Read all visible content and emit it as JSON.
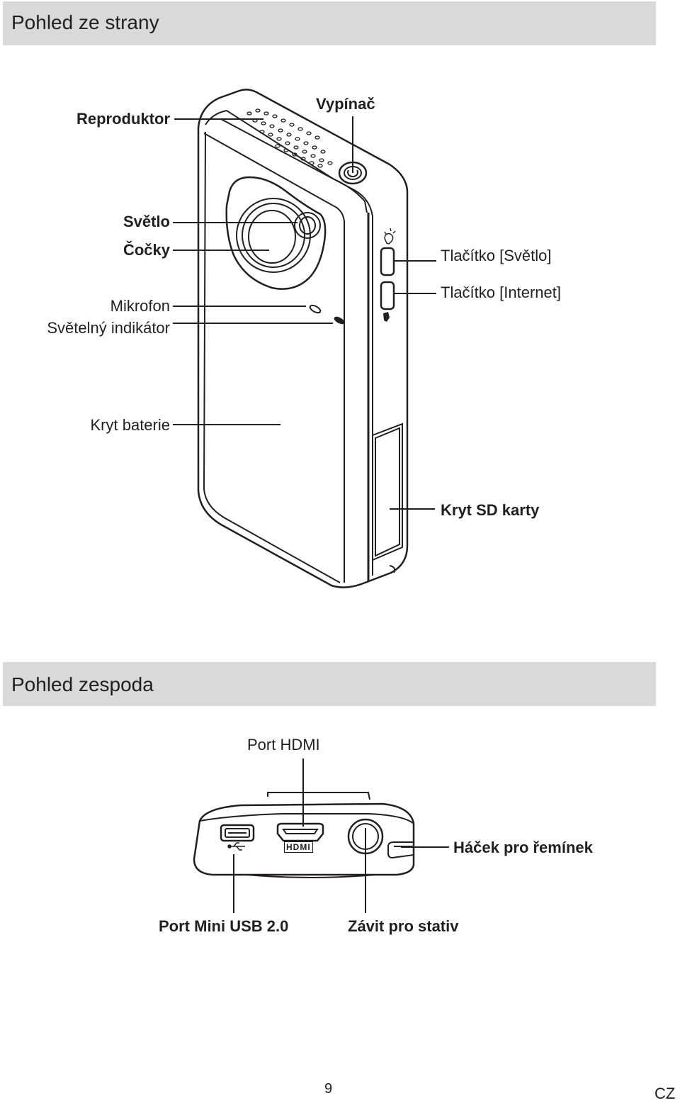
{
  "side_view": {
    "title": "Pohled ze strany",
    "labels": {
      "speaker": "Reproduktor",
      "power": "Vypínač",
      "light": "Světlo",
      "lens": "Čočky",
      "microphone": "Mikrofon",
      "indicator": "Světelný indikátor",
      "light_button": "Tlačítko [Světlo]",
      "internet_button": "Tlačítko [Internet]",
      "battery_cover": "Kryt baterie",
      "sd_cover": "Kryt SD karty"
    }
  },
  "bottom_view": {
    "title": "Pohled zespoda",
    "labels": {
      "hdmi_port": "Port HDMI",
      "strap_hook": "Háček pro řemínek",
      "usb_port": "Port Mini USB 2.0",
      "tripod": "Závit pro stativ"
    },
    "hdmi_logo": "HDMI"
  },
  "footer": {
    "page_number": "9",
    "language": "CZ"
  },
  "icons": [
    "power-icon",
    "bulb-icon",
    "internet-icon",
    "usb-icon"
  ]
}
